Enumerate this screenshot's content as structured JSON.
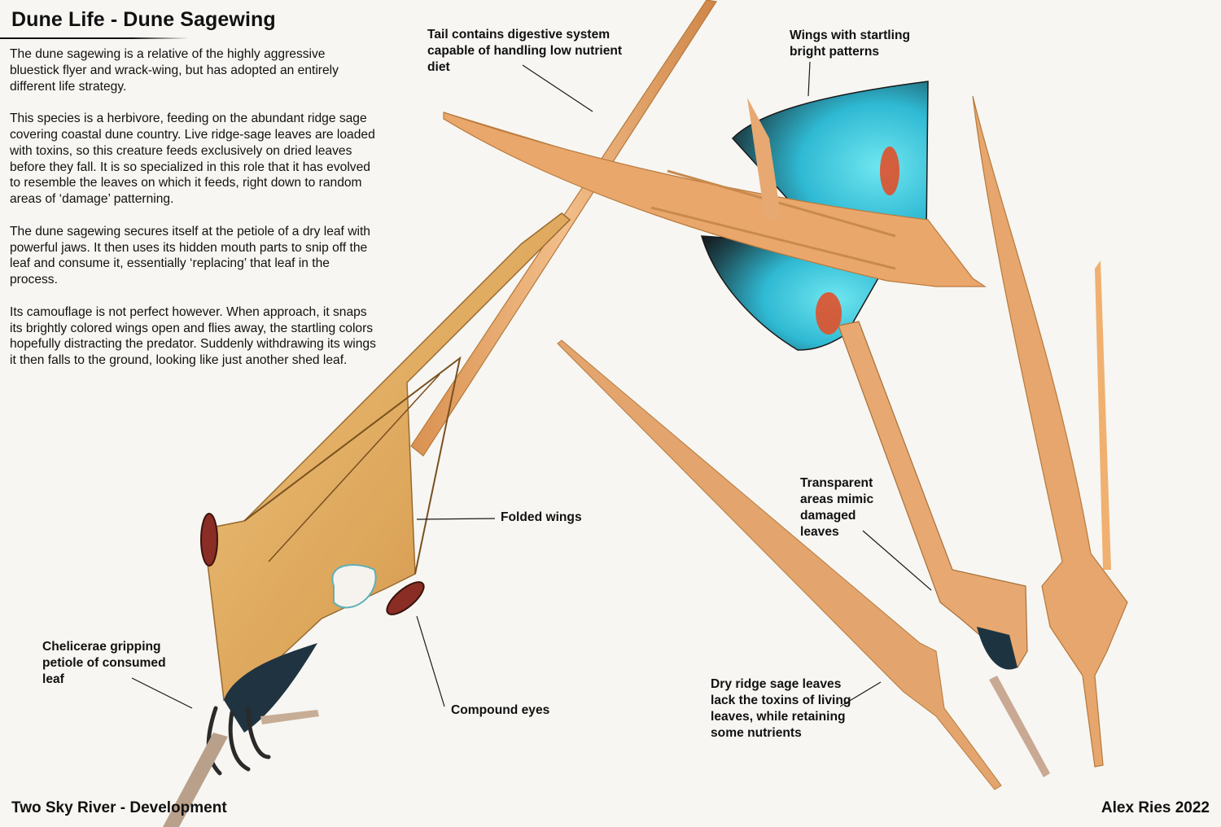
{
  "title": "Dune Life - Dune Sagewing",
  "description": [
    "The dune sagewing is a relative of the highly aggressive bluestick flyer and wrack-wing, but has adopted an entirely different life strategy.",
    "This species is a herbivore, feeding on the abundant ridge sage covering coastal dune country. Live ridge-sage leaves are loaded with toxins, so this creature feeds exclusively on dried leaves before they fall. It is so specialized in this role that it has evolved to resemble the leaves on which it feeds, right down to random areas of ‘damage’ patterning.",
    "The dune sagewing secures itself at the petiole of a dry leaf with powerful jaws. It then uses its hidden mouth parts to snip off the leaf and consume it, essentially ‘replacing’ that leaf in the process.",
    "Its camouflage is not perfect however. When approach, it snaps its brightly colored wings open and flies away, the startling colors hopefully distracting the predator. Suddenly withdrawing its wings it then falls to the ground, looking like just another shed leaf."
  ],
  "labels": {
    "tail": "Tail contains digestive system capable of handling low nutrient diet",
    "wings": "Wings with startling bright patterns",
    "folded_wings": "Folded wings",
    "transparent": "Transparent areas mimic damaged leaves",
    "chelicerae": "Chelicerae gripping petiole of consumed leaf",
    "compound_eyes": "Compound eyes",
    "dry_leaves": "Dry ridge sage leaves lack the toxins of living leaves, while retaining some nutrients"
  },
  "footer": {
    "left": "Two Sky River - Development",
    "right": "Alex Ries 2022"
  },
  "colors": {
    "background": "#f7f6f2",
    "leaf": "#e9a868",
    "body": "#e3b062",
    "wing_blue": "#38c6d8",
    "wing_dark": "#1e2a2e",
    "eye_red": "#8a2d24",
    "wing_spot": "#e0502a"
  }
}
